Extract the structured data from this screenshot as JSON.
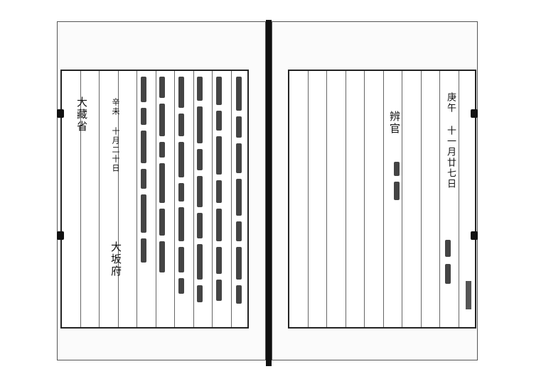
{
  "left_page": {
    "ministry_label": "大藏省",
    "date_line": "辛未 十月二十日",
    "sender_label": "大坂府"
  },
  "right_page": {
    "date_line": "庚午 十一月廿七日",
    "office_label": "辨官"
  },
  "colors": {
    "ink": "#111111",
    "rule": "#666666",
    "paper": "#fbfbfb"
  }
}
